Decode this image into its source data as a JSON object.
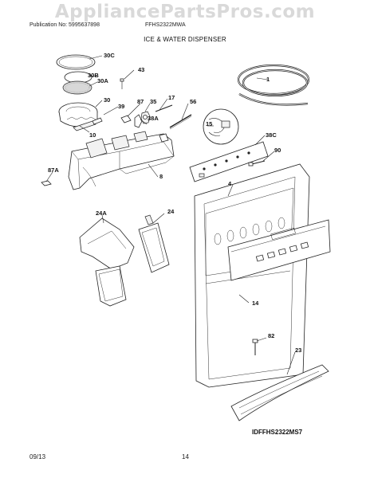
{
  "watermark": "AppliancePartsPros.com",
  "header": {
    "publication": "Publication No: 5995637898",
    "model": "FFHS2322MWA"
  },
  "title": "ICE & WATER DISPENSER",
  "diagram_id": "IDFFHS2322MS7",
  "footer": {
    "date": "09/13",
    "page": "14"
  },
  "callouts": [
    "30C",
    "43",
    "30B",
    "30A",
    "1",
    "30",
    "17",
    "87",
    "35",
    "39",
    "56",
    "38A",
    "15",
    "10",
    "38C",
    "90",
    "87A",
    "8",
    "4",
    "24A",
    "24",
    "14",
    "82",
    "23"
  ]
}
